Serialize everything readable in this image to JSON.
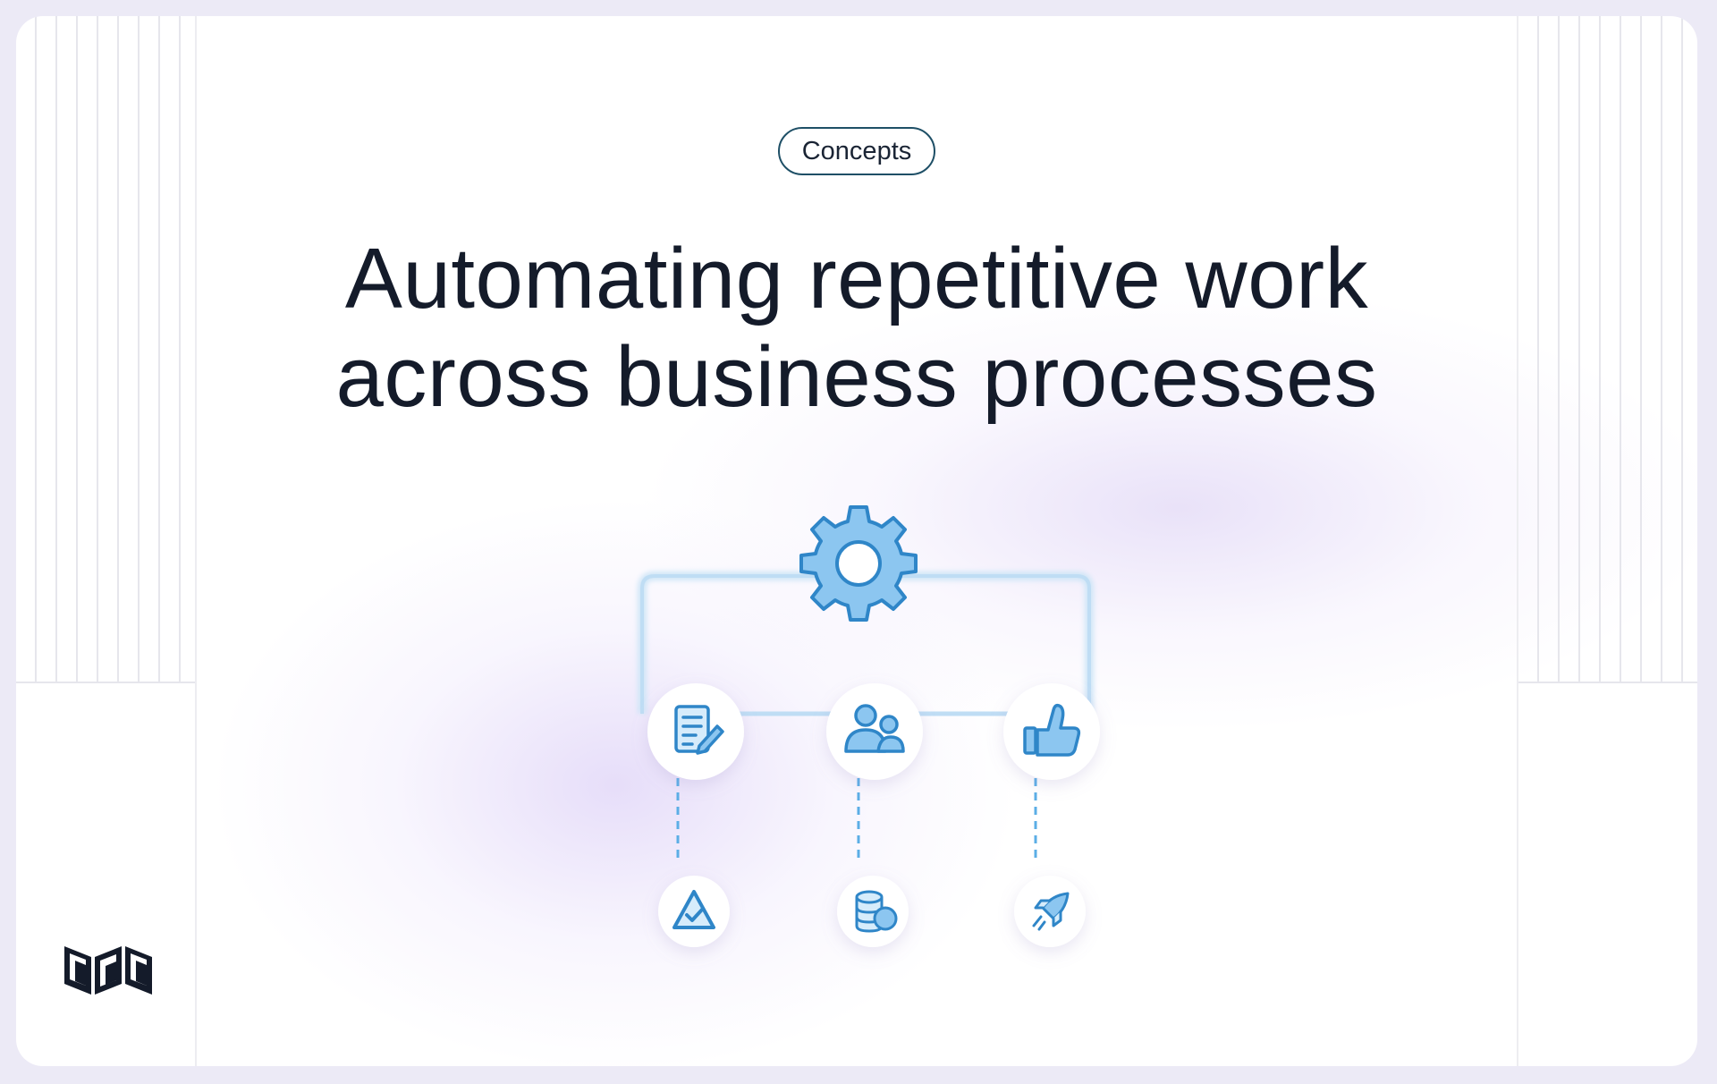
{
  "badge": {
    "label": "Concepts"
  },
  "headline": {
    "line1": "Automating repetitive work",
    "line2": "across business processes"
  },
  "icons": {
    "gear": "gear-icon",
    "top_row": [
      "document-edit-icon",
      "users-icon",
      "thumbs-up-icon"
    ],
    "bottom_row": [
      "warning-check-icon",
      "database-icon",
      "rocket-icon"
    ],
    "logo": "brand-logo"
  },
  "colors": {
    "accent": "#5BAEE6",
    "accent_dark": "#2F86C8",
    "title": "#141B2A",
    "badge_border": "#1E4F66"
  }
}
